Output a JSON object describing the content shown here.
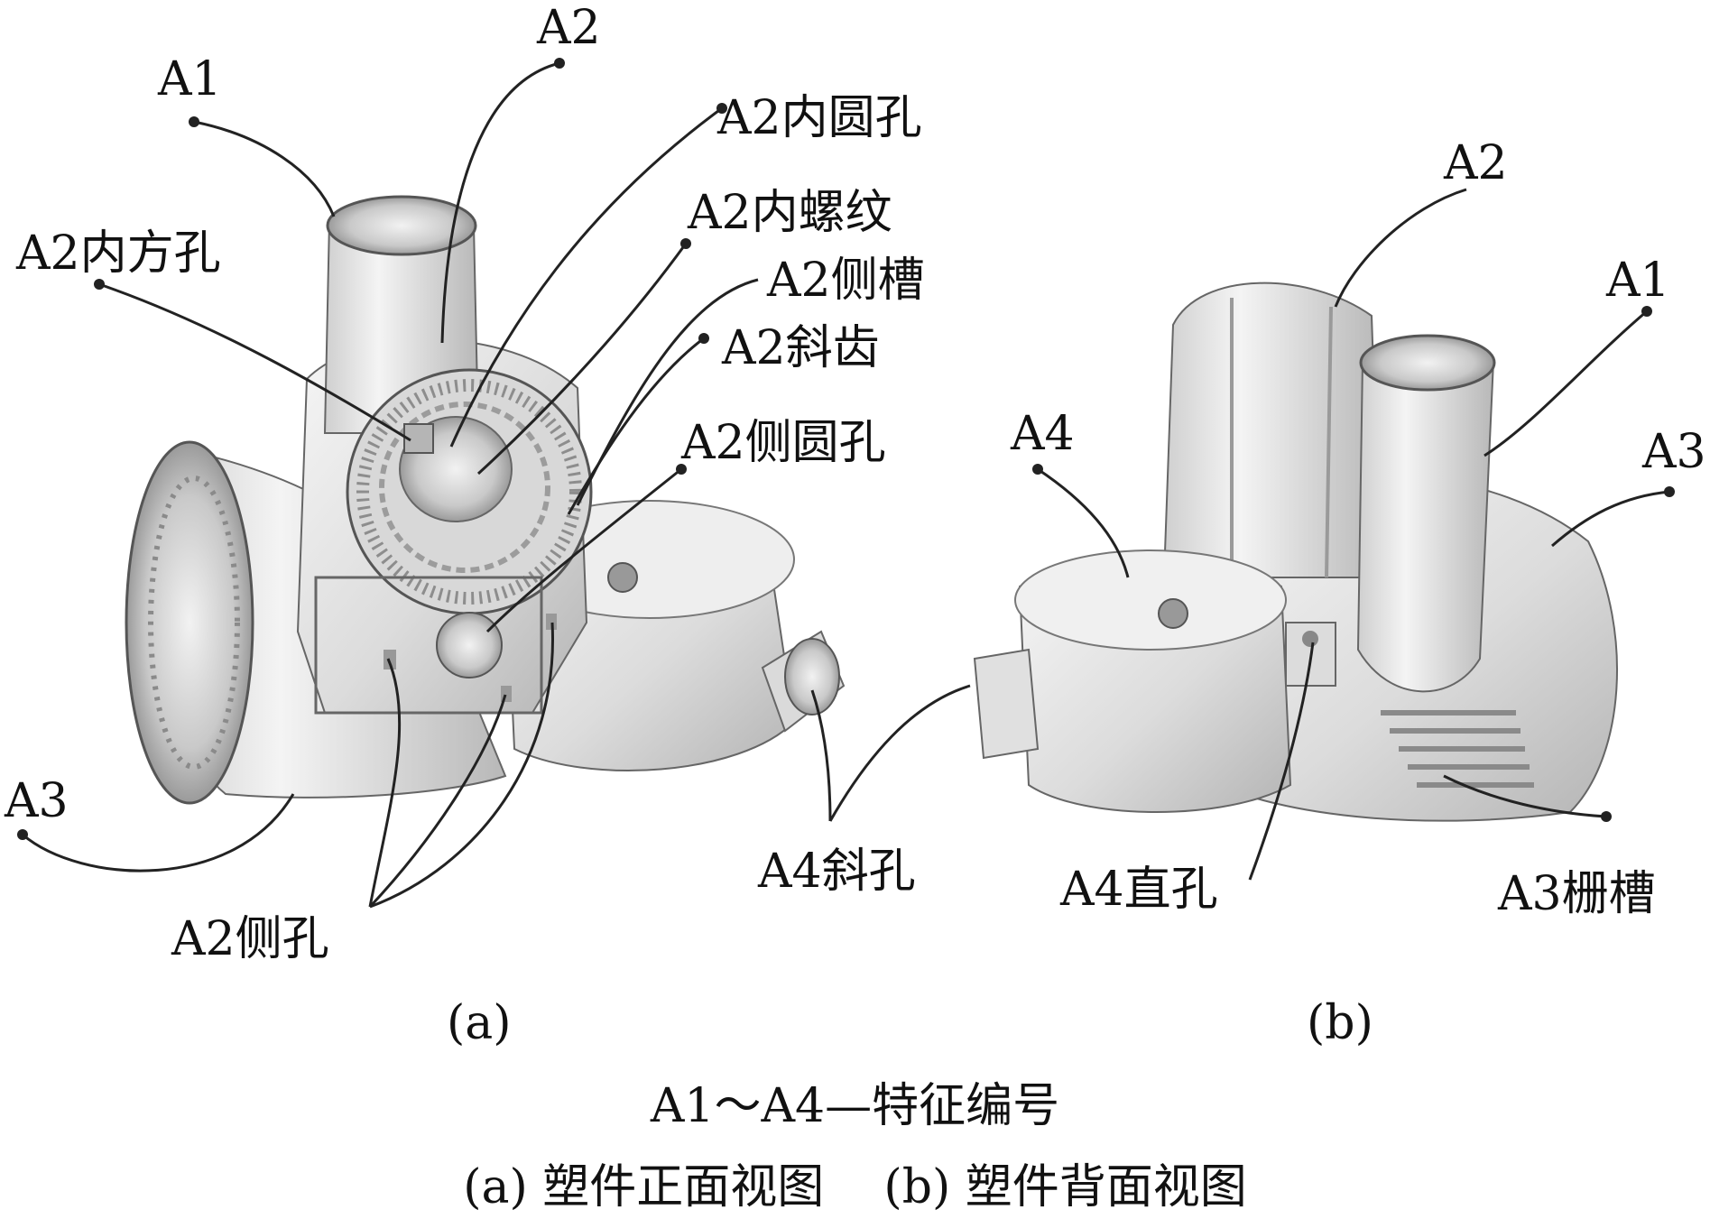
{
  "view_a": {
    "subcaption": "(a)",
    "labels": {
      "a1": "A1",
      "a2": "A2",
      "a2_inner_round_hole": "A2内圆孔",
      "a2_inner_thread": "A2内螺纹",
      "a2_inner_square_hole": "A2内方孔",
      "a2_side_slot": "A2侧槽",
      "a2_helical_teeth": "A2斜齿",
      "a2_side_round_hole": "A2侧圆孔",
      "a3": "A3",
      "a2_side_hole": "A2侧孔",
      "a4_oblique_hole": "A4斜孔"
    }
  },
  "view_b": {
    "subcaption": "(b)",
    "labels": {
      "a2": "A2",
      "a1": "A1",
      "a4": "A4",
      "a3": "A3",
      "a4_straight_hole": "A4直孔",
      "a3_grille_slot": "A3栅槽"
    }
  },
  "caption": {
    "legend": "A1～A4—特征编号",
    "line2": "(a) 塑件正面视图    (b) 塑件背面视图"
  },
  "colors": {
    "part_fill": "#e6e6e6",
    "part_shadow": "#b9b9b9",
    "part_highlight": "#f7f7f7",
    "outline": "#555555",
    "leader": "#222222"
  }
}
